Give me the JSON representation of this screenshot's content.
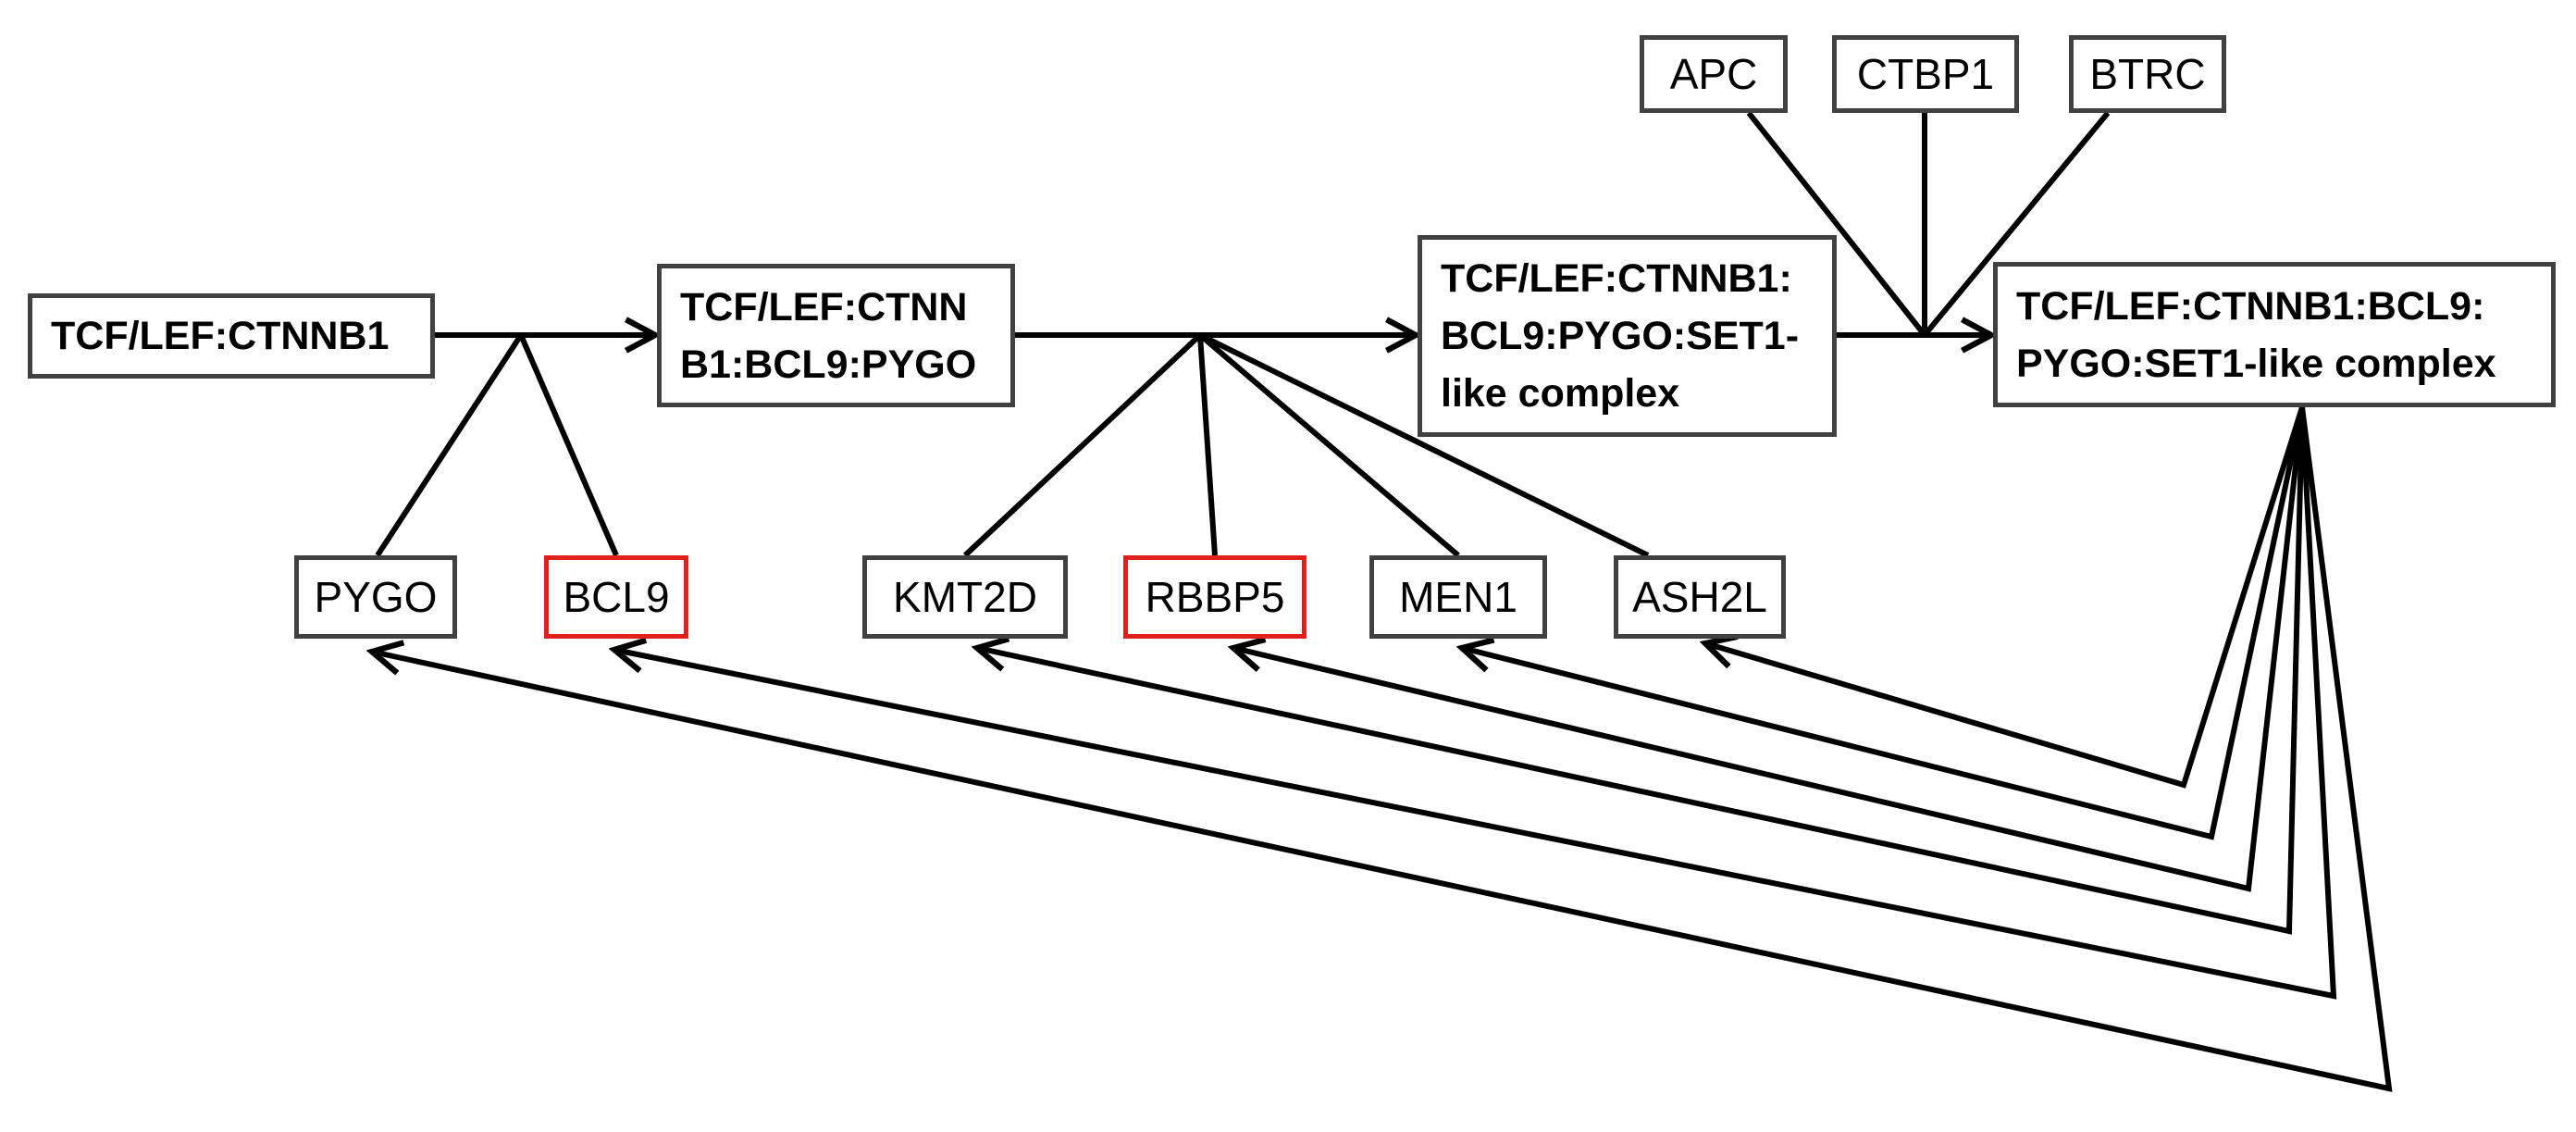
{
  "highlight_color": "#e0201b",
  "complexes": {
    "c1": "TCF/LEF:CTNNB1",
    "c2": "TCF/LEF:CTNN\nB1:BCL9:PYGO",
    "c3": "TCF/LEF:CTNNB1:\nBCL9:PYGO:SET1-\nlike complex",
    "c4": "TCF/LEF:CTNNB1:BCL9:\nPYGO:SET1-like complex"
  },
  "genes": {
    "pygo": "PYGO",
    "bcl9": "BCL9",
    "kmt2d": "KMT2D",
    "rbbp5": "RBBP5",
    "men1": "MEN1",
    "ash2l": "ASH2L",
    "apc": "APC",
    "ctbp1": "CTBP1",
    "btrc": "BTRC"
  },
  "highlighted_genes": [
    "BCL9",
    "RBBP5"
  ]
}
